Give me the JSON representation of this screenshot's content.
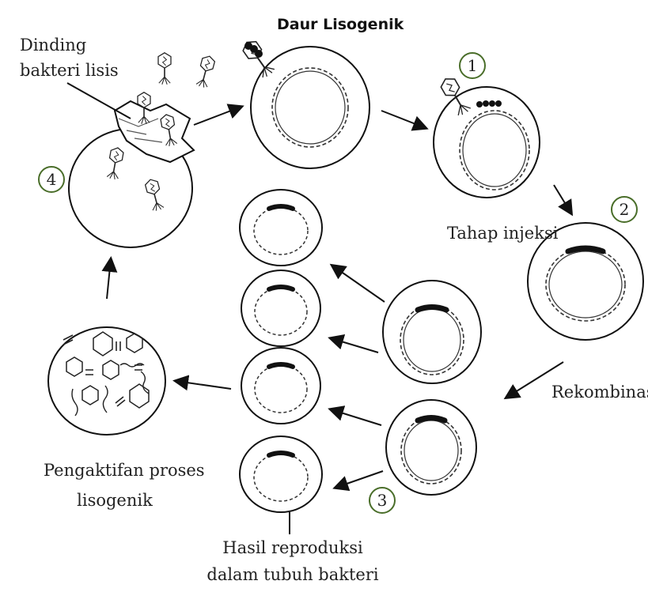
{
  "title": "Daur Lisogenik",
  "labels": {
    "dinding_line1": "Dinding",
    "dinding_line2": "bakteri lisis",
    "tahap_injeksi": "Tahap injeksi",
    "rekombinasi": "Rekombinasi",
    "pengaktifan_line1": "Pengaktifan proses",
    "pengaktifan_line2": "lisogenik",
    "hasil_line1": "Hasil reproduksi",
    "hasil_line2": "dalam tubuh bakteri"
  },
  "steps": {
    "s1": "1",
    "s2": "2",
    "s3": "3",
    "s4": "4"
  }
}
